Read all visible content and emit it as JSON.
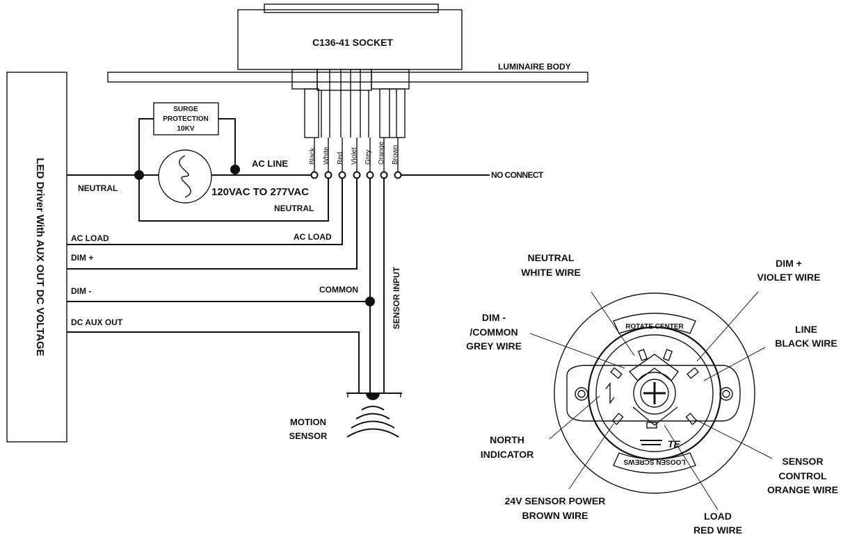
{
  "socket": {
    "title": "C136-41 SOCKET",
    "body_label": "LUMINAIRE BODY"
  },
  "driver": {
    "label": "LED Driver With AUX OUT DC VOLTAGE"
  },
  "surge": {
    "line1": "SURGE",
    "line2": "PROTECTION",
    "line3": "10KV"
  },
  "wires": [
    "Black",
    "White",
    "Red",
    "Violet",
    "Grey",
    "Orange",
    "Brown"
  ],
  "labels": {
    "ac_line": "AC LINE",
    "neutral_left": "NEUTRAL",
    "neutral_right": "NEUTRAL",
    "voltage": "120VAC TO 277VAC",
    "no_connect": "NO CONNECT",
    "ac_load_left": "AC LOAD",
    "ac_load_right": "AC LOAD",
    "dim_plus": "DIM +",
    "dim_minus": "DIM -",
    "common": "COMMON",
    "dc_aux_out": "DC AUX OUT",
    "sensor_input": "SENSOR INPUT",
    "motion_1": "MOTION",
    "motion_2": "SENSOR"
  },
  "receptacle": {
    "top_text": "ROTATE CENTER",
    "bottom_text": "LOOSEN SCREWS",
    "brand": "TE",
    "callouts": {
      "neutral_1": "NEUTRAL",
      "neutral_2": "WHITE WIRE",
      "dimp_1": "DIM +",
      "dimp_2": "VIOLET WIRE",
      "dimm_1": "DIM -",
      "dimm_2": "/COMMON",
      "dimm_3": "GREY WIRE",
      "line_1": "LINE",
      "line_2": "BLACK WIRE",
      "north_1": "NORTH",
      "north_2": "INDICATOR",
      "sensor_1": "SENSOR",
      "sensor_2": "CONTROL",
      "sensor_3": "ORANGE WIRE",
      "pwr_1": "24V SENSOR POWER",
      "pwr_2": "BROWN WIRE",
      "load_1": "LOAD",
      "load_2": "RED WIRE"
    }
  }
}
